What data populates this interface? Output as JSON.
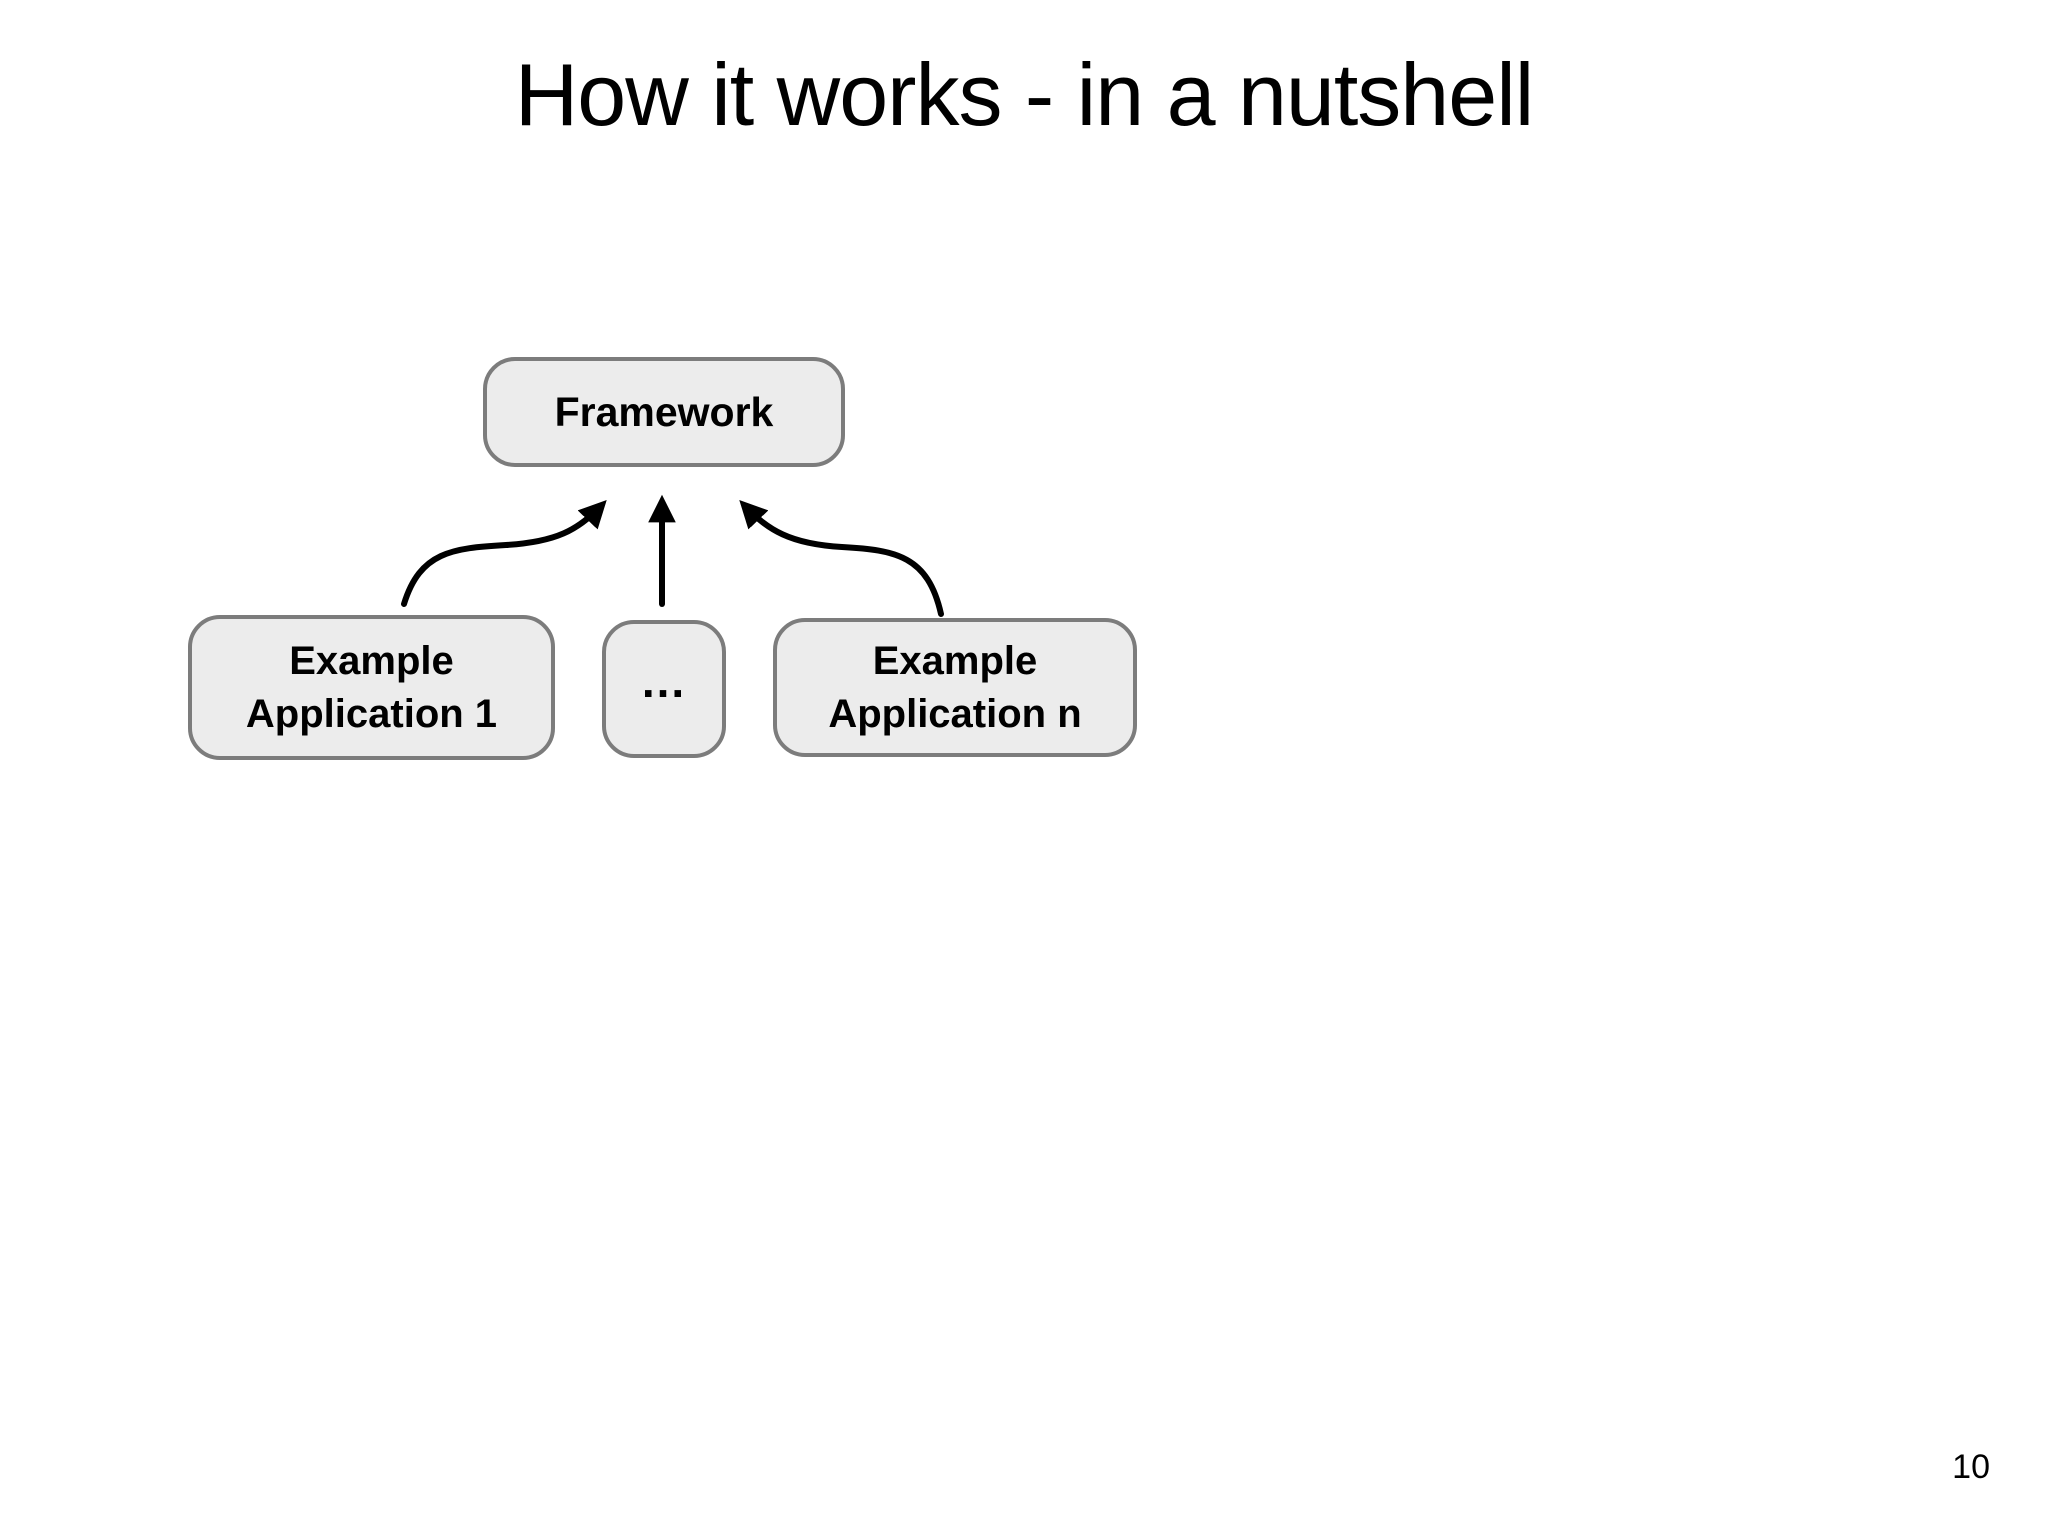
{
  "slide": {
    "title": "How it works - in a nutshell",
    "page_number": "10"
  },
  "diagram": {
    "framework_label": "Framework",
    "app1_line1": "Example",
    "app1_line2": "Application 1",
    "ellipsis_label": "...",
    "appn_line1": "Example",
    "appn_line2": "Application n",
    "connections": [
      {
        "from": "Example Application 1",
        "to": "Framework"
      },
      {
        "from": "...",
        "to": "Framework"
      },
      {
        "from": "Example Application n",
        "to": "Framework"
      }
    ],
    "colors": {
      "background": "#ffffff",
      "box_fill": "#ececec",
      "box_border": "#7c7c7c",
      "arrow": "#000000",
      "text": "#000000"
    }
  }
}
